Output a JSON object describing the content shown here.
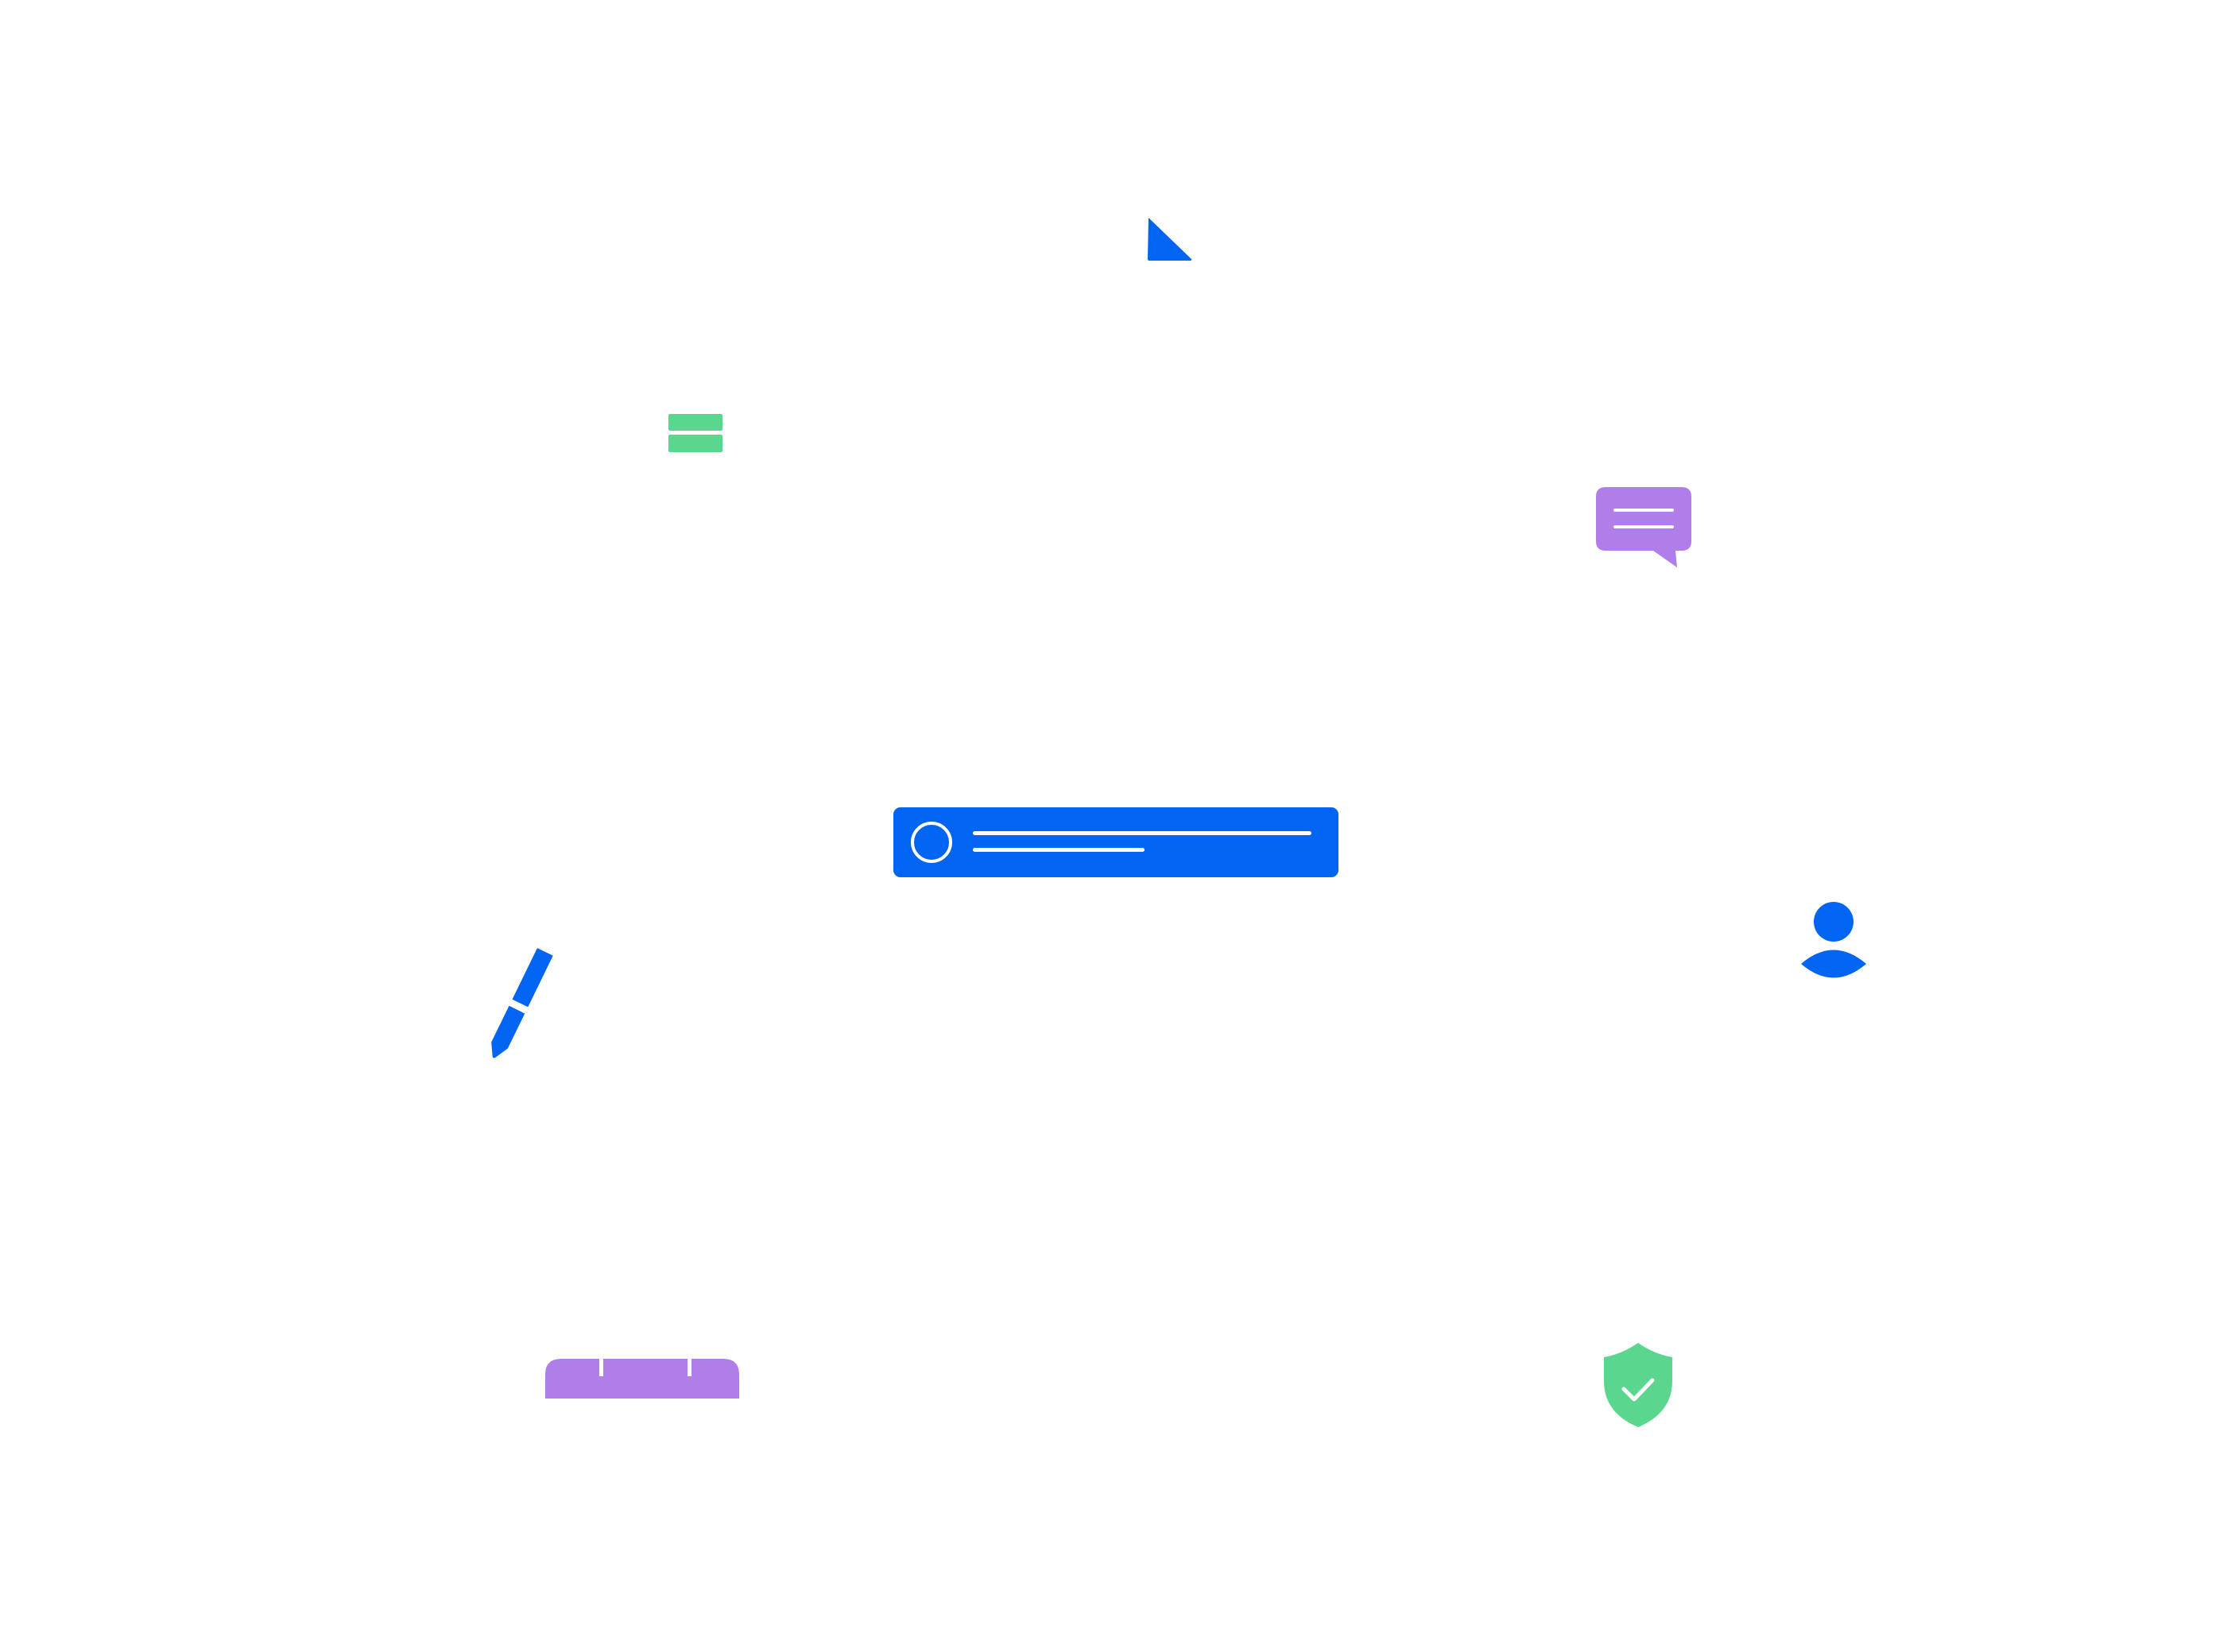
{
  "colors": {
    "background": "#ffffff",
    "blue": "#0165f2",
    "green": "#5bd68f",
    "purple": "#b07ee8",
    "white": "#ffffff"
  },
  "illustrations": [
    {
      "name": "triangle-flag-icon",
      "color": "blue"
    },
    {
      "name": "stacked-bars-icon",
      "color": "green"
    },
    {
      "name": "chat-bubble-icon",
      "color": "purple"
    },
    {
      "name": "list-item-card",
      "color": "blue"
    },
    {
      "name": "user-avatar-icon",
      "color": "blue"
    },
    {
      "name": "pen-icon",
      "color": "blue"
    },
    {
      "name": "tray-icon",
      "color": "purple"
    },
    {
      "name": "shield-check-icon",
      "color": "green"
    }
  ]
}
